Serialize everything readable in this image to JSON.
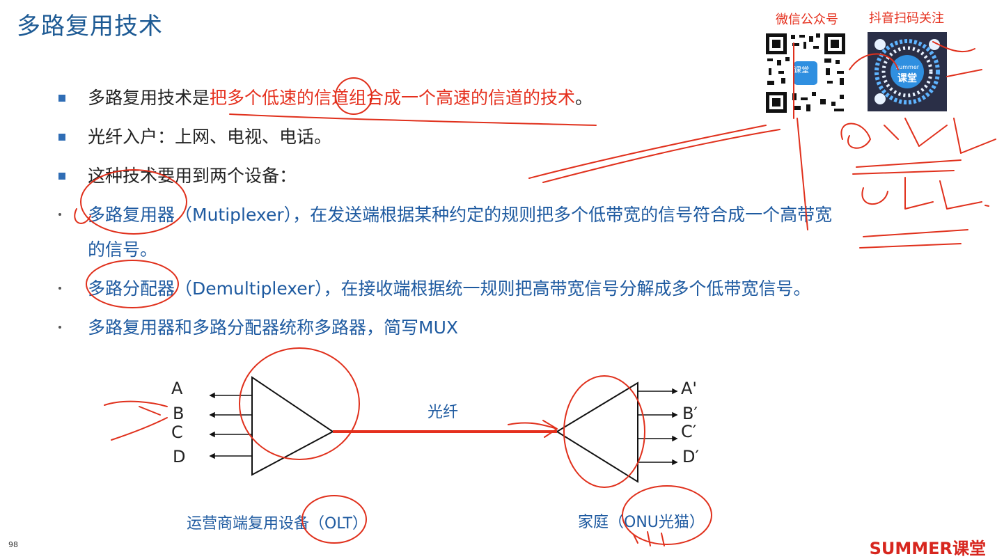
{
  "title": "多路复用技术",
  "bullets": [
    {
      "prefix": "多路复用技术是",
      "highlight": "把多个低速的信道组合成一个高速的信道的技术",
      "suffix": "。"
    },
    {
      "text": "光纤入户：上网、电视、电话。"
    },
    {
      "text": "这种技术要用到两个设备："
    }
  ],
  "dot_items": [
    {
      "line1": "多路复用器（Mutiplexer），在发送端根据某种约定的规则把多个低带宽的信号符合成一个高带宽",
      "line2": "的信号。"
    },
    {
      "line1": "多路分配器（Demultiplexer），在接收端根据统一规则把高带宽信号分解成多个低带宽信号。"
    },
    {
      "line1": "多路复用器和多路分配器统称多路器，简写MUX"
    }
  ],
  "qr": {
    "wechat_caption": "微信公众号",
    "douyin_caption": "抖音扫码关注",
    "center_label": "课堂",
    "center_brand": "summer"
  },
  "diagram": {
    "inputs": [
      "A",
      "B",
      "C",
      "D"
    ],
    "outputs": [
      "A'",
      "B′",
      "C′",
      "D′"
    ],
    "fiber_label": "光纤",
    "left_caption": "运营商端复用设备（OLT）",
    "right_caption": "家庭（ONU光猫）"
  },
  "page_number": "98",
  "brand": "SUMMER课堂",
  "colors": {
    "title": "#1d5a94",
    "highlight": "#e5301e",
    "blue_text": "#1e5aa0",
    "annotation": "#e0301c"
  }
}
